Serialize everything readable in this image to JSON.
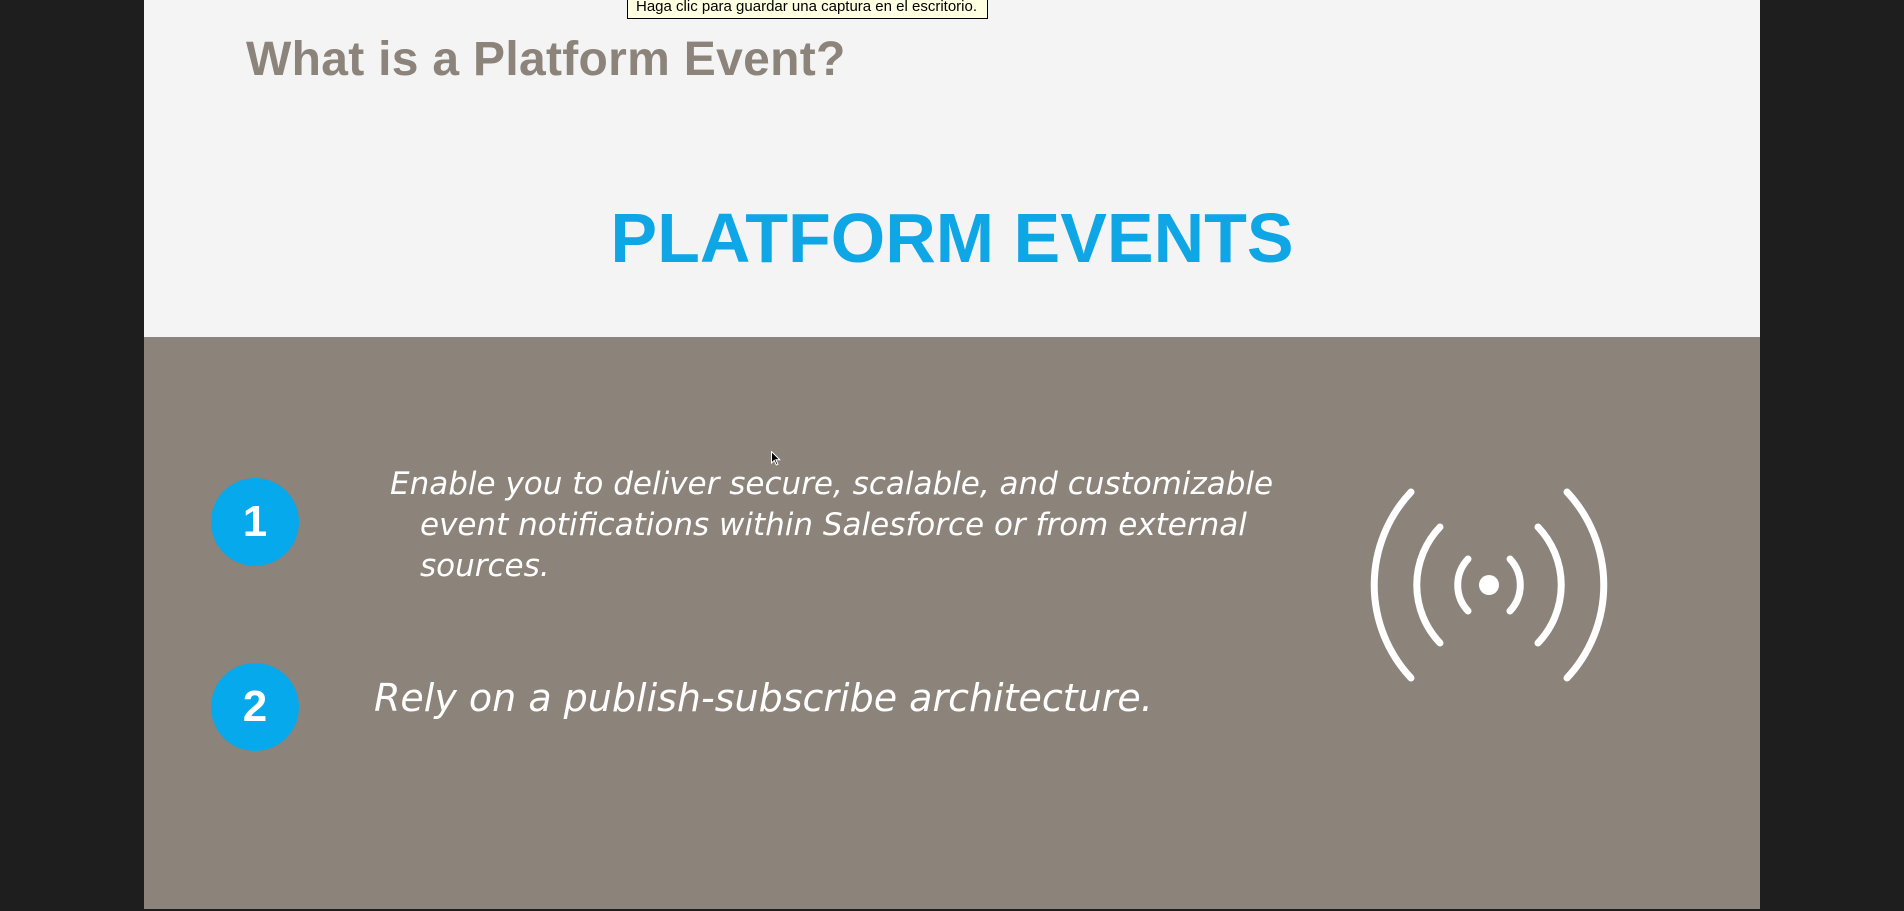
{
  "tooltip": {
    "text": "Haga clic para guardar una captura en el escritorio."
  },
  "slide": {
    "heading": "What is a Platform Event?",
    "banner": "PLATFORM EVENTS",
    "points": [
      {
        "number": "1",
        "text": "Enable you to deliver secure, scalable, and customizable event notifications within Salesforce or from external sources."
      },
      {
        "number": "2",
        "text": "Rely on a publish-subscribe architecture."
      }
    ],
    "icon": "broadcast-signal-icon"
  },
  "colors": {
    "viewer_background": "#1e1e1e",
    "top_panel": "#f4f4f4",
    "bottom_panel": "#8c837a",
    "heading": "#8c837a",
    "banner": "#0fa6e6",
    "badge": "#05a9ec",
    "point_text": "#ffffff",
    "tooltip_background": "#ffffe1"
  }
}
